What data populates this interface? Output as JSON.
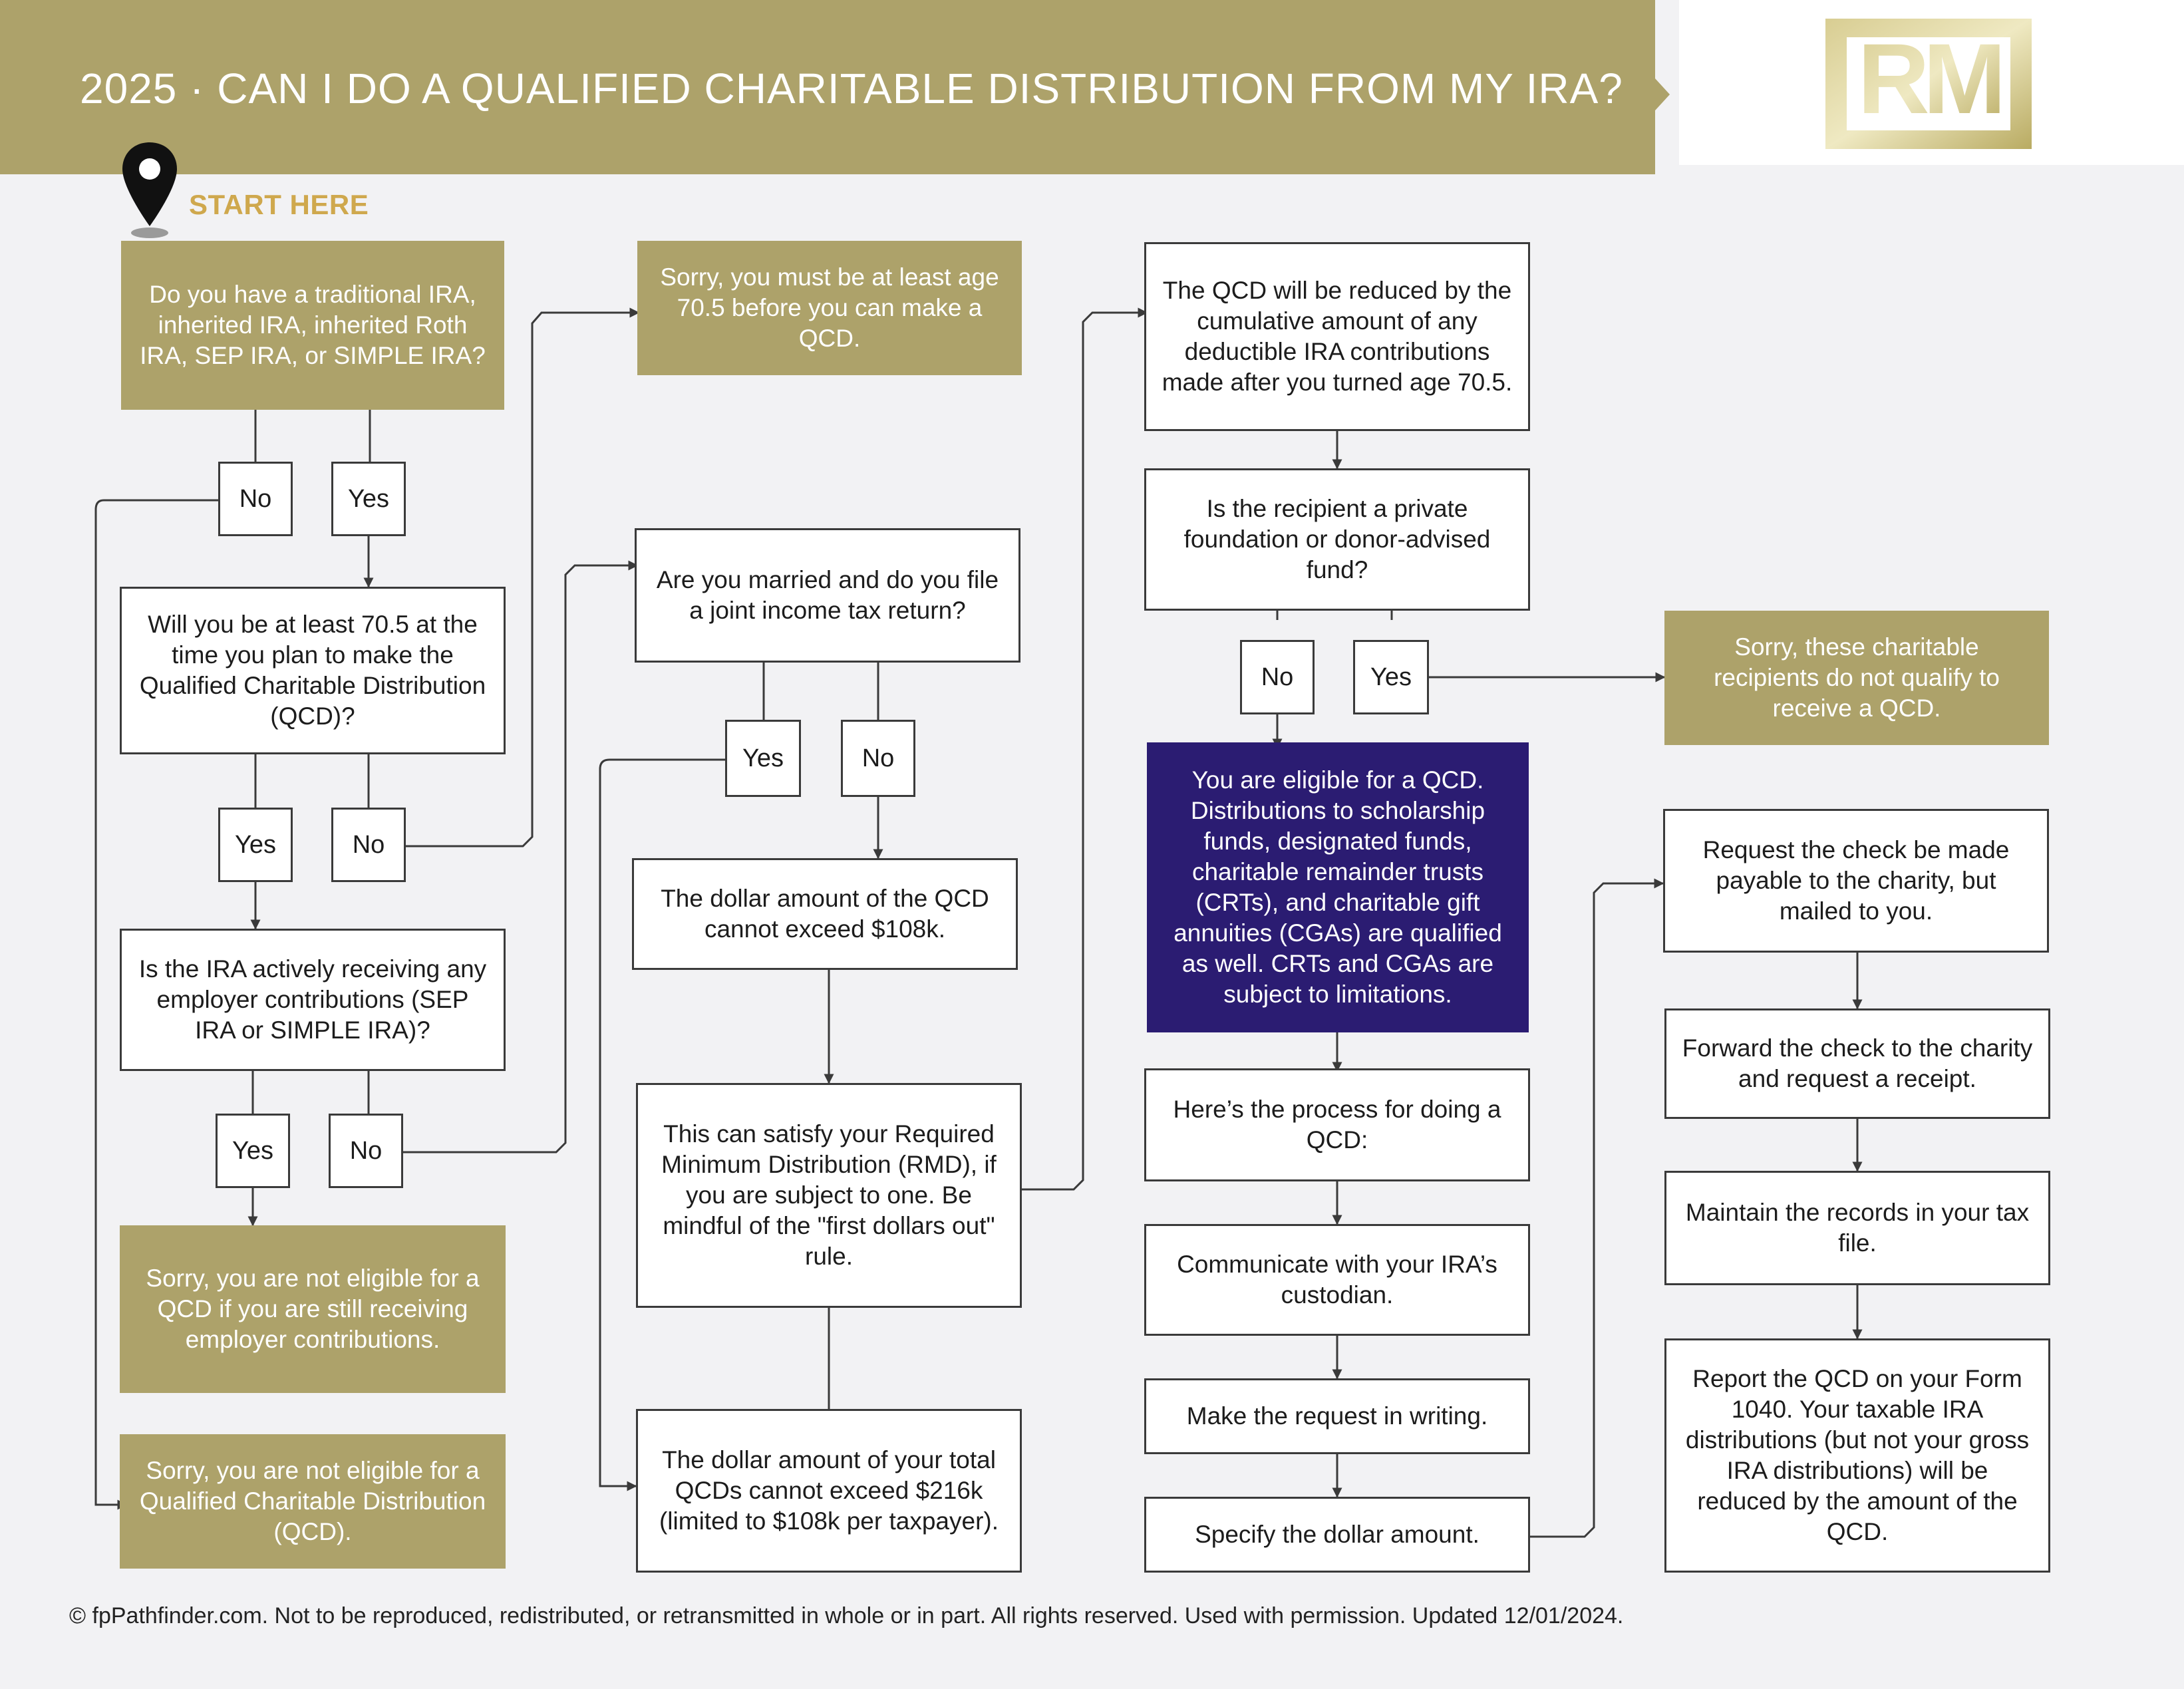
{
  "header": {
    "title": "2025 · CAN I DO A QUALIFIED CHARITABLE DISTRIBUTION FROM MY IRA?",
    "logo_text": "RM",
    "start_label": "START HERE"
  },
  "colors": {
    "gold": "#ada26a",
    "navy": "#2b1c72",
    "start_label": "#cfa84d",
    "background": "#f2f2f4",
    "line": "#3a3a3a"
  },
  "icons": {
    "start": "map-pin-icon",
    "logo": "rm-logo-icon"
  },
  "nodes": {
    "have_ira": "Do you have a traditional IRA, inherited IRA, inherited Roth IRA, SEP IRA, or SIMPLE IRA?",
    "age_705": "Will you be at least 70.5 at the time you plan to make the Qualified Charitable Distribution (QCD)?",
    "employer": "Is the IRA actively receiving any employer contributions (SEP IRA or SIMPLE IRA)?",
    "sorry_employer": "Sorry, you are not eligible for a QCD if you are still receiving employer contributions.",
    "sorry_not_eligible": "Sorry, you are not eligible for a Qualified Charitable Distribution (QCD).",
    "sorry_age": "Sorry, you must be at least age 70.5 before you can make a QCD.",
    "married": "Are you married and do you file a joint income tax return?",
    "limit_108": "The dollar amount of the QCD cannot exceed $108k.",
    "rmd": "This can satisfy your Required Minimum Distribution (RMD), if you are subject to one. Be mindful of the \"first dollars out\" rule.",
    "limit_216": "The dollar amount of your total QCDs cannot exceed $216k (limited to $108k per taxpayer).",
    "reduced": "The QCD will be reduced by the cumulative amount of any deductible IRA contributions made after you turned age 70.5.",
    "private_foundation": "Is the recipient a private foundation or donor-advised fund?",
    "sorry_recipients": "Sorry, these charitable recipients do not qualify to receive a QCD.",
    "eligible": "You are eligible for a QCD. Distributions to scholarship funds, designated funds, charitable remainder trusts (CRTs), and charitable gift annuities (CGAs) are qualified as well. CRTs and CGAs are subject to limitations.",
    "process": "Here’s the process for doing a QCD:",
    "communicate": "Communicate with your IRA’s custodian.",
    "request_writing": "Make the request in writing.",
    "specify_amount": "Specify the dollar amount.",
    "check_payable": "Request the check be made payable to the charity, but mailed to you.",
    "forward_check": "Forward the check to the charity and request a receipt.",
    "maintain_records": "Maintain the records in your tax file.",
    "report_1040": "Report the QCD on your Form 1040. Your taxable IRA distributions (but not your gross IRA distributions) will be reduced by the amount of the QCD."
  },
  "answers": {
    "yes": "Yes",
    "no": "No"
  },
  "footer": "© fpPathfinder.com. Not to be reproduced, redistributed, or retransmitted in whole or in part. All rights reserved. Used with permission. Updated 12/01/2024."
}
